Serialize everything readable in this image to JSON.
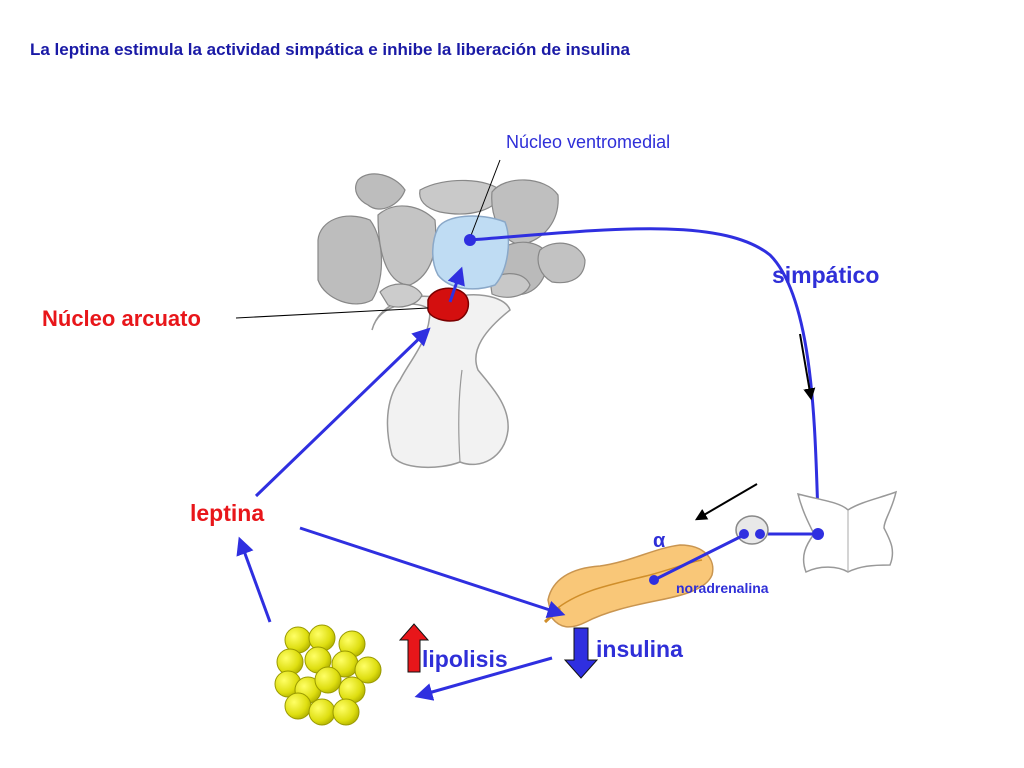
{
  "title": "La leptina estimula la actividad simpática e inhibe la liberación de insulina",
  "labels": {
    "nucleo_ventromedial": "Núcleo ventromedial",
    "nucleo_arcuato": "Núcleo arcuato",
    "simpatico": "simpático",
    "leptina": "leptina",
    "alpha": "α",
    "noradrenalina": "noradrenalina",
    "insulina": "insulina",
    "lipolisis": "lipolisis"
  },
  "colors": {
    "pathway_blue": "#2f2fe0",
    "leptin_red": "#e8161a",
    "nucleus_blue": "#bfdcf3",
    "pancreas_orange": "#f9c778",
    "adipocyte_yellow": "#e6e61a"
  }
}
